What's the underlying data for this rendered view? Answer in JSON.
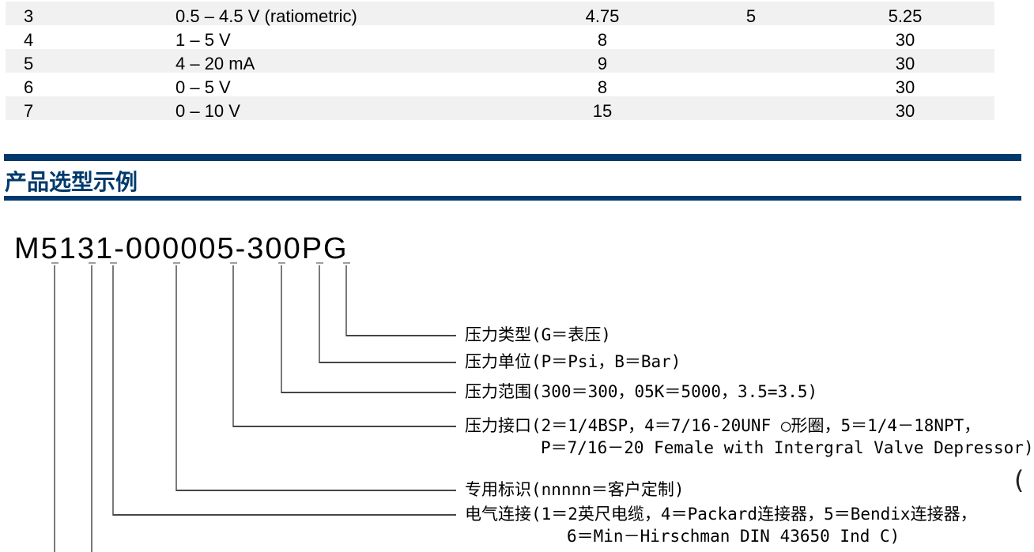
{
  "accent_color": "#003a6c",
  "stripe_color": "#f1f1f1",
  "table": {
    "rows": [
      {
        "code": "3",
        "output": "0.5 – 4.5 V (ratiometric)",
        "col3": "4.75",
        "col4": "5",
        "col5": "5.25"
      },
      {
        "code": "4",
        "output": "1 – 5 V",
        "col3": "8",
        "col4": "",
        "col5": "30"
      },
      {
        "code": "5",
        "output": "4 – 20 mA",
        "col3": "9",
        "col4": "",
        "col5": "30"
      },
      {
        "code": "6",
        "output": "0 – 5 V",
        "col3": "8",
        "col4": "",
        "col5": "30"
      },
      {
        "code": "7",
        "output": "0 – 10 V",
        "col3": "15",
        "col4": "",
        "col5": "30"
      }
    ]
  },
  "section_header": {
    "title": "产品选型示例"
  },
  "ordering_example": {
    "part_number": "M5131-000005-300PG",
    "annotations": [
      {
        "id": "pressure-type",
        "line1": "压力类型(G＝表压)"
      },
      {
        "id": "pressure-unit",
        "line1": "压力单位(P＝Psi，B＝Bar)"
      },
      {
        "id": "pressure-range",
        "line1": "压力范围(300＝300，05K＝5000，3.5=3.5)"
      },
      {
        "id": "pressure-port",
        "line1": "压力接口(2＝1/4BSP，4＝7/16-20UNF ○形圈，5＝1/4－18NPT，",
        "line2": "P＝7/16－20 Female with Intergral Valve Depressor)"
      },
      {
        "id": "special-mark",
        "line1": "专用标识(nnnnn＝客户定制)"
      },
      {
        "id": "electrical-connection",
        "line1": "电气连接(1＝2英尺电缆，4＝Packard连接器，5＝Bendix连接器，",
        "line2": "6＝Min－Hirschman DIN 43650 Ind C)"
      }
    ],
    "stray_character": "("
  }
}
